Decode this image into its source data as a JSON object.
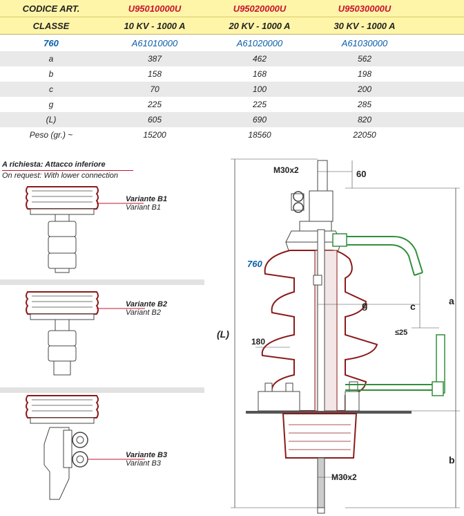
{
  "table": {
    "header": [
      "CODICE ART.",
      "U95010000U",
      "U95020000U",
      "U95030000U"
    ],
    "classe": [
      "CLASSE",
      "10 KV - 1000 A",
      "20 KV - 1000 A",
      "30 KV - 1000 A"
    ],
    "ref": [
      "760",
      "A61010000",
      "A61020000",
      "A61030000"
    ],
    "rows": [
      {
        "label": "a",
        "values": [
          "387",
          "462",
          "562"
        ]
      },
      {
        "label": "b",
        "values": [
          "158",
          "168",
          "198"
        ]
      },
      {
        "label": "c",
        "values": [
          "70",
          "100",
          "200"
        ]
      },
      {
        "label": "g",
        "values": [
          "225",
          "225",
          "285"
        ]
      },
      {
        "label": "(L)",
        "values": [
          "605",
          "690",
          "820"
        ]
      },
      {
        "label": "Peso (gr.) ~",
        "values": [
          "15200",
          "18560",
          "22050"
        ]
      }
    ]
  },
  "notes": {
    "request_it": "A richiesta: Attacco inferiore",
    "request_en": "On request: With lower connection"
  },
  "variants": [
    {
      "it": "Variante B1",
      "en": "Variant B1"
    },
    {
      "it": "Variante B2",
      "en": "Variant B2"
    },
    {
      "it": "Variante B3",
      "en": "Variant B3"
    }
  ],
  "drawing": {
    "m30_top": "M30x2",
    "m30_bottom": "M30x2",
    "dim_60": "60",
    "dim_a": "a",
    "dim_b": "b",
    "dim_c": "c",
    "dim_g": "g",
    "dim_L": "(L)",
    "dim_180": "180",
    "dim_s25": "≤25",
    "ref_760": "760"
  },
  "colors": {
    "header_bg": "#fff5a8",
    "code_red": "#c8102e",
    "ref_blue": "#0b5ea8",
    "insulator": "#8b1a1a",
    "terminal_green": "#2f8f3a"
  }
}
